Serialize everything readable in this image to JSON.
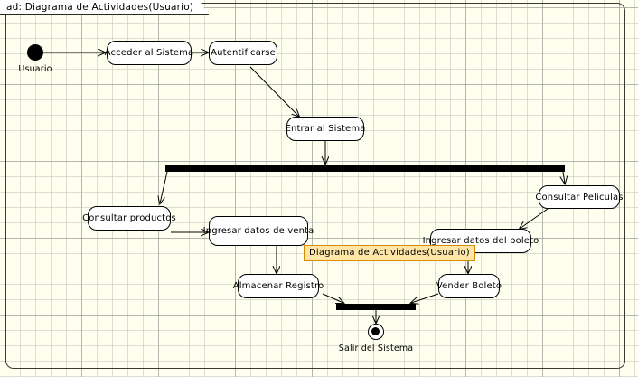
{
  "frame": {
    "tab_label": "ad: Diagrama de Actividades(Usuario)"
  },
  "tooltip": {
    "text": "Diagrama de Actividades(Usuario)",
    "background": "#ffe6a8",
    "border": "#d78b00"
  },
  "nodes": {
    "initial_caption": "Usuario",
    "final_caption": "Salir del Sistema",
    "acceder": "Acceder al Sistema",
    "autentificarse": "Autentificarse",
    "entrar": "Entrar al Sistema",
    "consultar_productos": "Consultar productos",
    "ingresar_venta": "Ingresar datos de venta",
    "consultar_peliculas": "Consultar Peliculas",
    "ingresar_boleto": "Ingresar datos del boleto",
    "almacenar": "Almacenar Registro",
    "vender": "Vender Boleto"
  },
  "colors": {
    "canvas": "#fffff0",
    "node_fill": "#ffffff",
    "stroke": "#000000",
    "frame_border": "#3a3a30"
  }
}
